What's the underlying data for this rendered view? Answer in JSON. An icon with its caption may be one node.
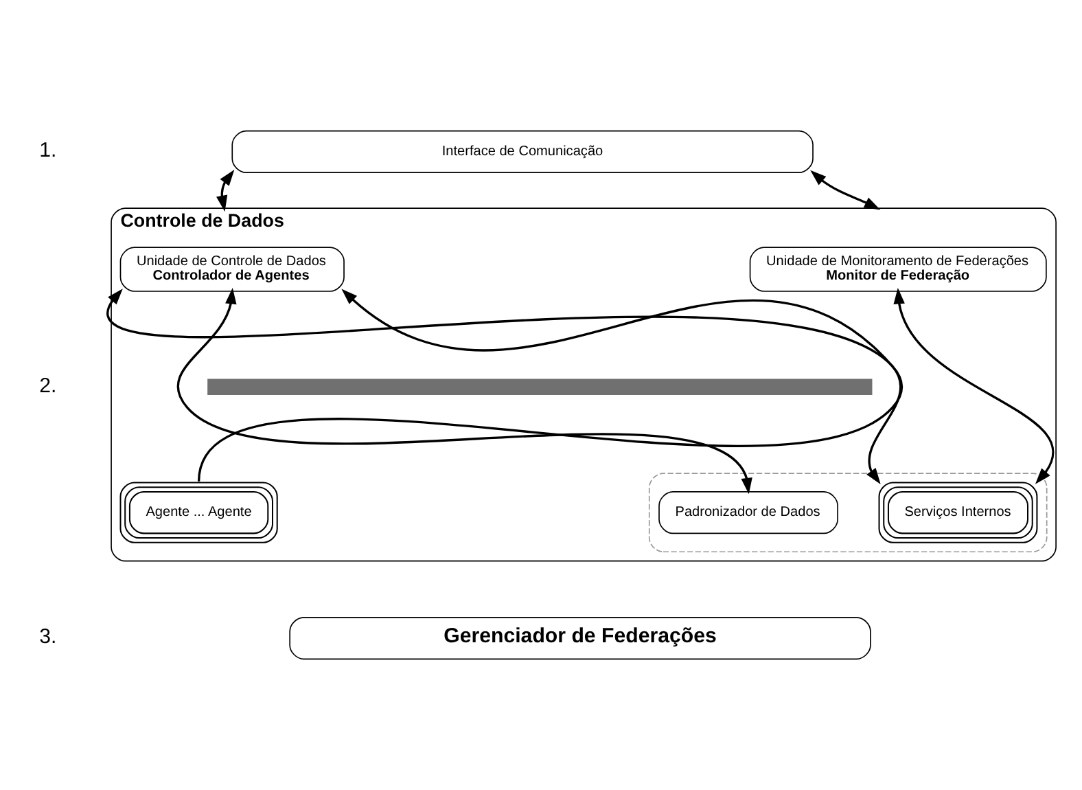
{
  "diagram": {
    "nodes": [
      {
        "text": [
          "Interface de Comunicação"
        ]
      },
      {
        "text": [
          "Controle de Dados"
        ]
      },
      {
        "text": [
          "Unidade de Controle de Dados",
          "Controlador de Agentes"
        ],
        "in": 1
      },
      {
        "text": [
          "Unidade de Monitoramento de Federações",
          "Monitor de Federação"
        ],
        "in": 1
      },
      {
        "text": [],
        "shape": "bar",
        "in": 1
      },
      {
        "text": [
          "Agente ... Agente"
        ],
        "in": 1
      },
      {
        "text": [],
        "shape": "box",
        "in": 1
      },
      {
        "text": [
          "Padronizador de Dados"
        ],
        "in": 6
      },
      {
        "text": [
          "Serviços Internos"
        ],
        "in": 6
      },
      {
        "text": [
          "Gerenciador de Federações"
        ]
      }
    ],
    "edges": [
      {
        "from": 0,
        "to": 1,
        "arrow": "both"
      },
      {
        "from": 0,
        "to": 1,
        "arrow": "both"
      },
      {
        "from": 5,
        "to": 2,
        "arrow": "to"
      },
      {
        "from": 2,
        "to": 7,
        "arrow": "both"
      },
      {
        "from": 2,
        "to": 8,
        "arrow": "both"
      },
      {
        "from": 3,
        "to": 8,
        "arrow": "both"
      }
    ],
    "labels": [
      "1.",
      "2.",
      "3."
    ]
  }
}
